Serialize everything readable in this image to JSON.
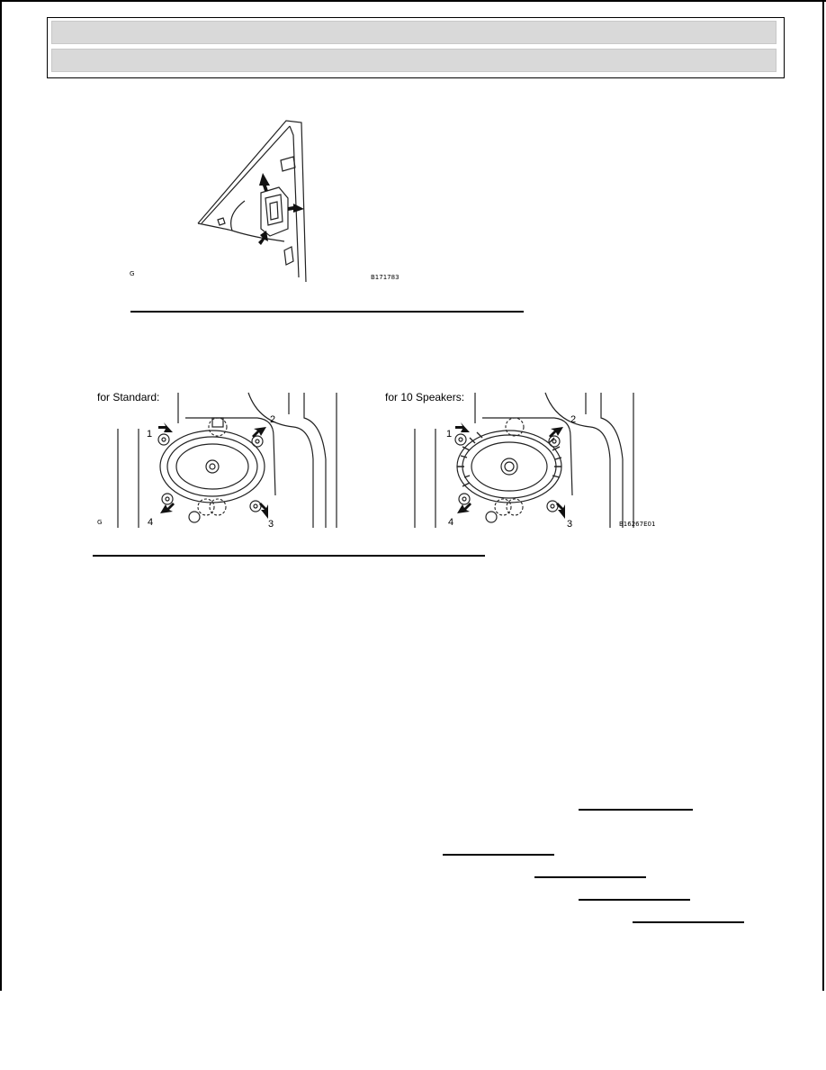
{
  "header": {
    "bar1_text": "",
    "bar2_text": ""
  },
  "figure1": {
    "corner_mark": "G",
    "code": "B171783"
  },
  "figure2": {
    "left_label": "for Standard:",
    "right_label": "for 10 Speakers:",
    "corner_mark": "G",
    "code": "B16267E01",
    "callouts": [
      "1",
      "2",
      "3",
      "4"
    ]
  }
}
